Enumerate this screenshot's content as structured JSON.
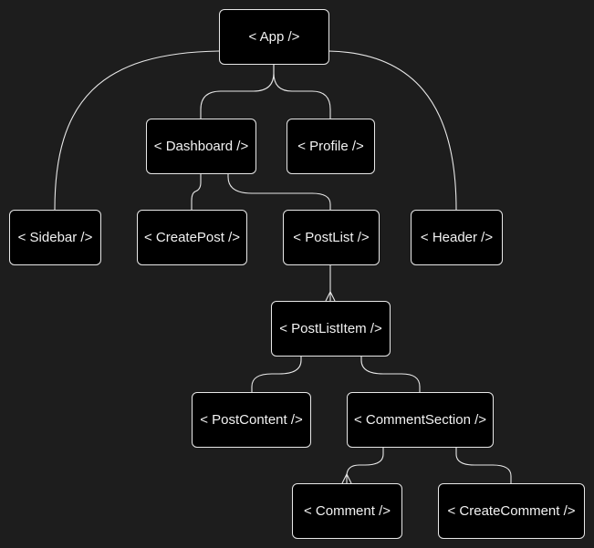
{
  "theme": {
    "background": "#1d1d1d",
    "node_fill": "#000000",
    "node_border": "#e8e8e8",
    "text": "#f2f2f2",
    "edge": "#e8e8e8"
  },
  "nodes": {
    "app": "< App />",
    "dashboard": "< Dashboard />",
    "profile": "< Profile />",
    "sidebar": "< Sidebar />",
    "create_post": "< CreatePost />",
    "post_list": "< PostList />",
    "header": "< Header />",
    "post_list_item": "< PostListItem />",
    "post_content": "< PostContent />",
    "comment_section": "< CommentSection />",
    "comment": "< Comment />",
    "create_comment": "< CreateComment />"
  },
  "edges": [
    {
      "from": "app",
      "to": "sidebar"
    },
    {
      "from": "app",
      "to": "dashboard"
    },
    {
      "from": "app",
      "to": "profile"
    },
    {
      "from": "app",
      "to": "header"
    },
    {
      "from": "dashboard",
      "to": "create_post"
    },
    {
      "from": "dashboard",
      "to": "post_list"
    },
    {
      "from": "post_list",
      "to": "post_list_item",
      "end": "crow-foot"
    },
    {
      "from": "post_list_item",
      "to": "post_content"
    },
    {
      "from": "post_list_item",
      "to": "comment_section"
    },
    {
      "from": "comment_section",
      "to": "comment",
      "end": "crow-foot"
    },
    {
      "from": "comment_section",
      "to": "create_comment"
    }
  ]
}
